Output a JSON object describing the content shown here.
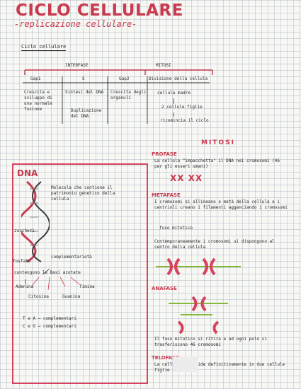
{
  "header": {
    "title": "CICLO CELLULARE",
    "subtitle": "-replicazione cellulare-"
  },
  "cycle": {
    "heading": "Ciclo cellulare",
    "interfase": "INTERFASE",
    "mitosi": "MITOSI",
    "phases": [
      "Gap1",
      "S",
      "Gap2",
      "Divisione della cellula"
    ],
    "gap1_text": "Crescita e sviluppo di una normale fusione",
    "s_text": "Sintesi del DNA",
    "s_text2": "Duplicazione del DNA",
    "gap2_text": "Crescita degli organuli",
    "mitosi_text": "cellula madre",
    "mitosi_text2": "2 cellule figlie",
    "mitosi_text3": "ricomincia il ciclo"
  },
  "mitosi_section": {
    "heading": "MITOSI",
    "profase": {
      "name": "PROFASE",
      "text": "La cellula \"impacchetta\" il DNA nei cromosomi (46 per gli esseri umani)",
      "marks": "XX  XX"
    },
    "metafase": {
      "name": "METAFASE",
      "text": "I cromosomi si allineano a metà della cellula e i centrioli creano i filamenti agganciando i cromosomi",
      "note": "fuso mitotico",
      "text2": "Contemporaneamente i cromosomi si dispongono al centro della cellula"
    },
    "anafase": {
      "name": "ANAFASE",
      "text": "Il fuso mitotico si ritira e ad ogni polo si trasferiscono 46 cromosomi"
    },
    "telofase": {
      "name": "TELOFASE",
      "text": "La cellula si divide definitivamente in due cellule figlie"
    }
  },
  "dna": {
    "label": "DNA",
    "desc": "Molecola che contiene il patrimonio genetico della cellula",
    "zuccheri": "zuccheri",
    "fosfato": "fosfato",
    "complementarieta": "complementarietà",
    "basi": "contengono le Basi azotate",
    "adenina": "Adenina",
    "timina": "Timina",
    "citosina": "Citosina",
    "guanina": "Guanina",
    "pair1": "T e A → complementari",
    "pair2": "C e G → complementari"
  },
  "colors": {
    "accent": "#c93a4f",
    "green": "#86b83c",
    "blue_hl": "#c9ddf0"
  }
}
